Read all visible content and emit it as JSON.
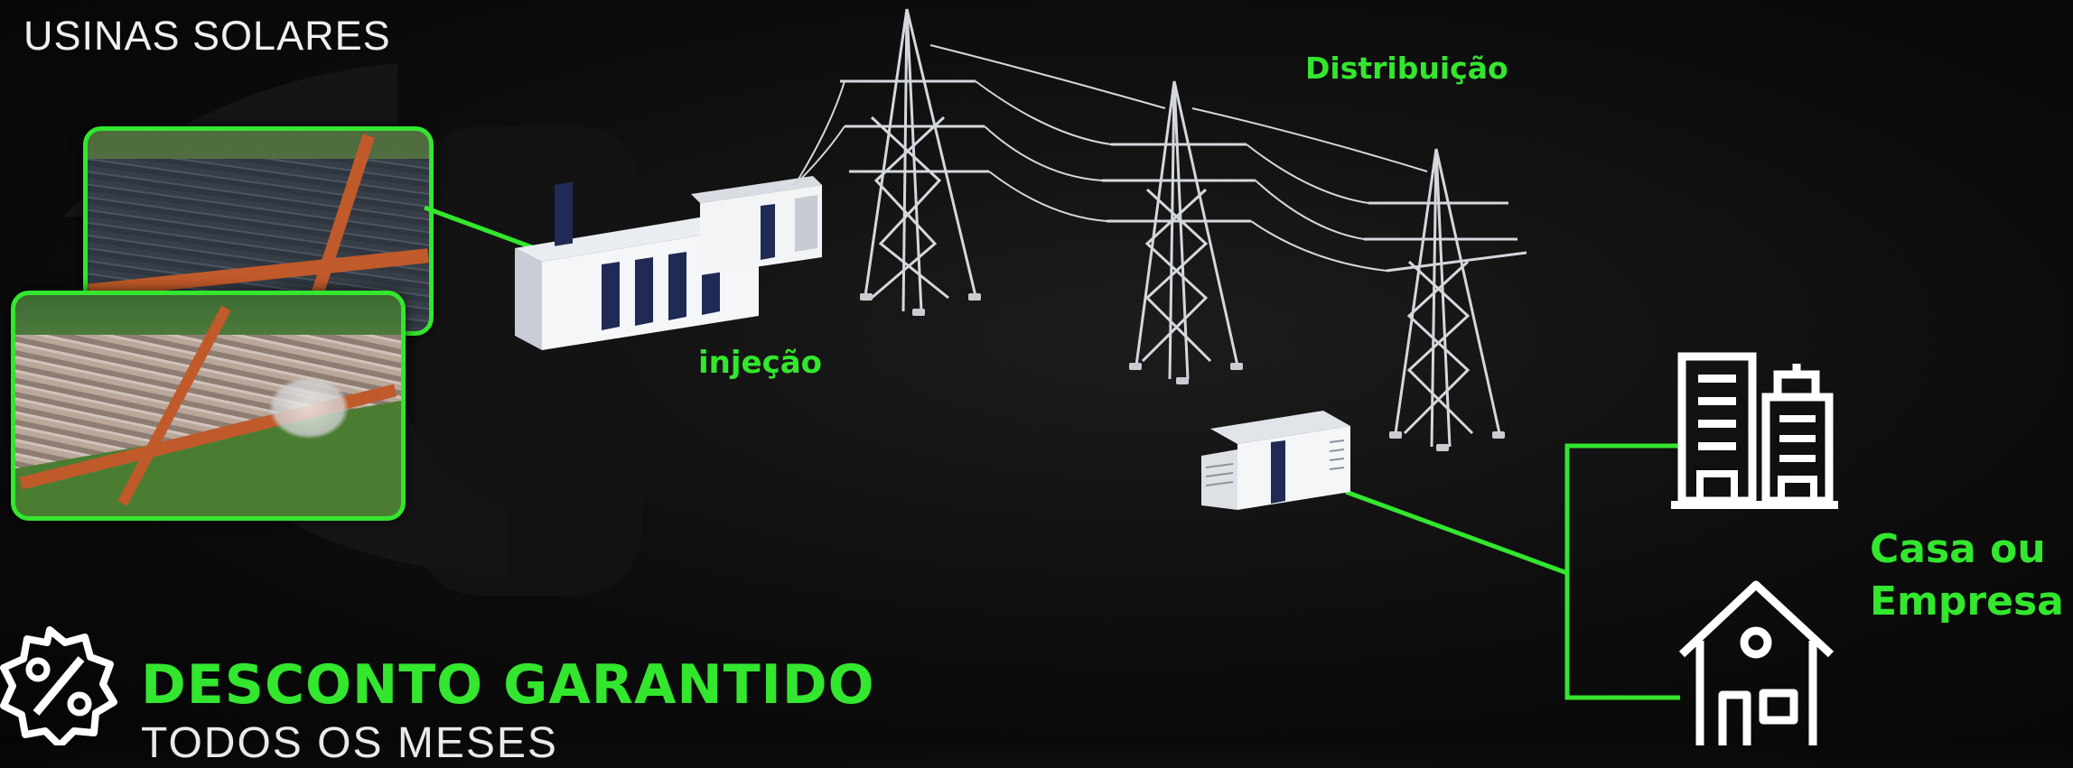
{
  "header": {
    "title": "USINAS SOLARES"
  },
  "labels": {
    "distribution": "Distribuição",
    "injection": "injeção",
    "destination_line1": "Casa ou",
    "destination_line2": "Empresa"
  },
  "promo": {
    "title": "DESCONTO GARANTIDO",
    "subtitle": "TODOS OS MESES"
  },
  "icons": [
    "percent-badge-icon",
    "building-icon",
    "house-icon"
  ],
  "colors": {
    "accent": "#33e62e",
    "background": "#0f0f0f",
    "text": "#f0f0f0"
  }
}
